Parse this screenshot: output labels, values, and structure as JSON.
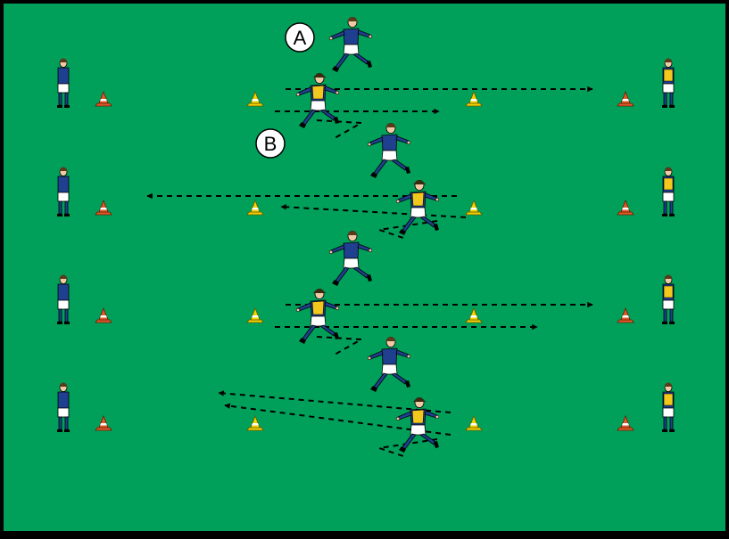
{
  "drill": {
    "labels": [
      {
        "id": "label-a",
        "text": "A"
      },
      {
        "id": "label-b",
        "text": "B"
      }
    ]
  },
  "colors": {
    "pitch": "#00a05a",
    "border": "#000000",
    "team_blue_shirt": "#1f3f8f",
    "team_yellow_bib": "#f2c81e",
    "cone_red": "#e05a2a",
    "cone_yellow": "#f2d200",
    "arrow": "#000000"
  },
  "icons": {
    "player": "player-figure-icon",
    "cone": "training-cone-icon",
    "arrow": "dashed-arrow-icon"
  }
}
